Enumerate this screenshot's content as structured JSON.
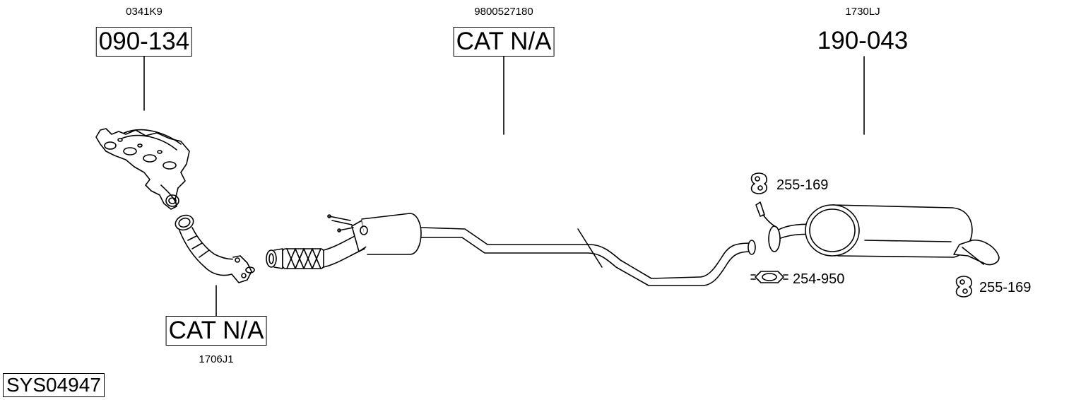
{
  "diagram": {
    "system_code": "SYS04947",
    "parts": [
      {
        "part_no": "090-134",
        "ref": "0341K9",
        "boxed": true
      },
      {
        "part_no": "CAT N/A",
        "ref": "1706J1",
        "boxed": true
      },
      {
        "part_no": "CAT N/A",
        "ref": "9800527180",
        "boxed": true
      },
      {
        "part_no": "190-043",
        "ref": "1730LJ",
        "boxed": false
      }
    ],
    "accessories": [
      {
        "part_no": "255-169"
      },
      {
        "part_no": "254-950"
      },
      {
        "part_no": "255-169"
      }
    ]
  }
}
